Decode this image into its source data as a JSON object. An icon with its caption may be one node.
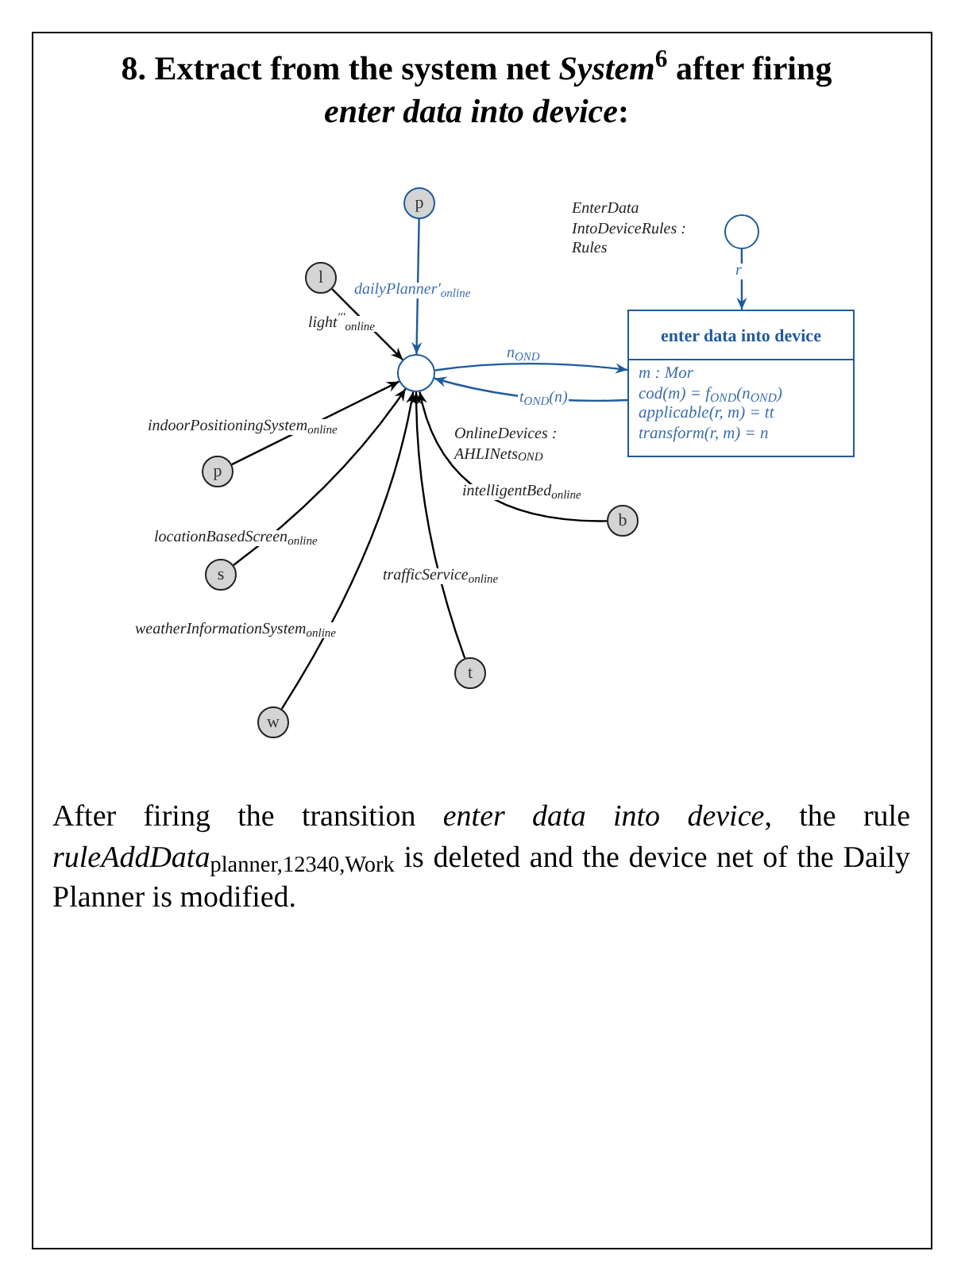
{
  "diagram": {
    "title": "8. Extract from the system net *System*$^{6}$ after firing *enter data into device*:",
    "caption": "After firing the transition *enter data into device*, the rule *ruleAddData*$_{planner,12340,Work}$ is deleted and the device net of the Daily Planner is modified.",
    "nodes": [
      {
        "text": [],
        "shape": "circle",
        "beside": [
          "OnlineDevices : AHLINets$_{OND}$"
        ]
      },
      {
        "text": [
          "p"
        ]
      },
      {
        "text": [
          "l"
        ]
      },
      {
        "text": [
          "p"
        ]
      },
      {
        "text": [
          "s"
        ]
      },
      {
        "text": [
          "w"
        ]
      },
      {
        "text": [
          "t"
        ]
      },
      {
        "text": [
          "b"
        ]
      },
      {
        "text": [],
        "shape": "circle",
        "beside": [
          "EnterData IntoDeviceRules : Rules"
        ]
      },
      {
        "text": [
          "enter data into device",
          "m : Mor",
          "cod(m) = f$_{OND}$(n$_{OND}$)",
          "applicable(r, m) = tt",
          "transform(r, m) = n"
        ]
      }
    ],
    "edges": [
      {
        "from": 1,
        "to": 0,
        "arrow": "to",
        "label": "dailyPlanner′$_{online}$",
        "color": "#1f5a9c"
      },
      {
        "from": 2,
        "to": 0,
        "arrow": "to",
        "label": "light$^{′′′}$$_{online}$"
      },
      {
        "from": 3,
        "to": 0,
        "arrow": "to",
        "label": "indoorPositioningSystem$_{online}$"
      },
      {
        "from": 4,
        "to": 0,
        "arrow": "to",
        "label": "locationBasedScreen$_{online}$"
      },
      {
        "from": 5,
        "to": 0,
        "arrow": "to",
        "label": "weatherInformationSystem$_{online}$"
      },
      {
        "from": 6,
        "to": 0,
        "arrow": "to",
        "label": "trafficService$_{online}$"
      },
      {
        "from": 7,
        "to": 0,
        "arrow": "to",
        "label": "intelligentBed$_{online}$"
      },
      {
        "from": 0,
        "to": 9,
        "arrow": "to",
        "label": "n$_{OND}$",
        "color": "#1f5a9c"
      },
      {
        "from": 9,
        "to": 0,
        "arrow": "to",
        "label": "t$_{OND}$(n)",
        "color": "#1f5a9c"
      },
      {
        "from": 8,
        "to": 9,
        "arrow": "to",
        "label": "r",
        "color": "#1f5a9c"
      }
    ]
  }
}
